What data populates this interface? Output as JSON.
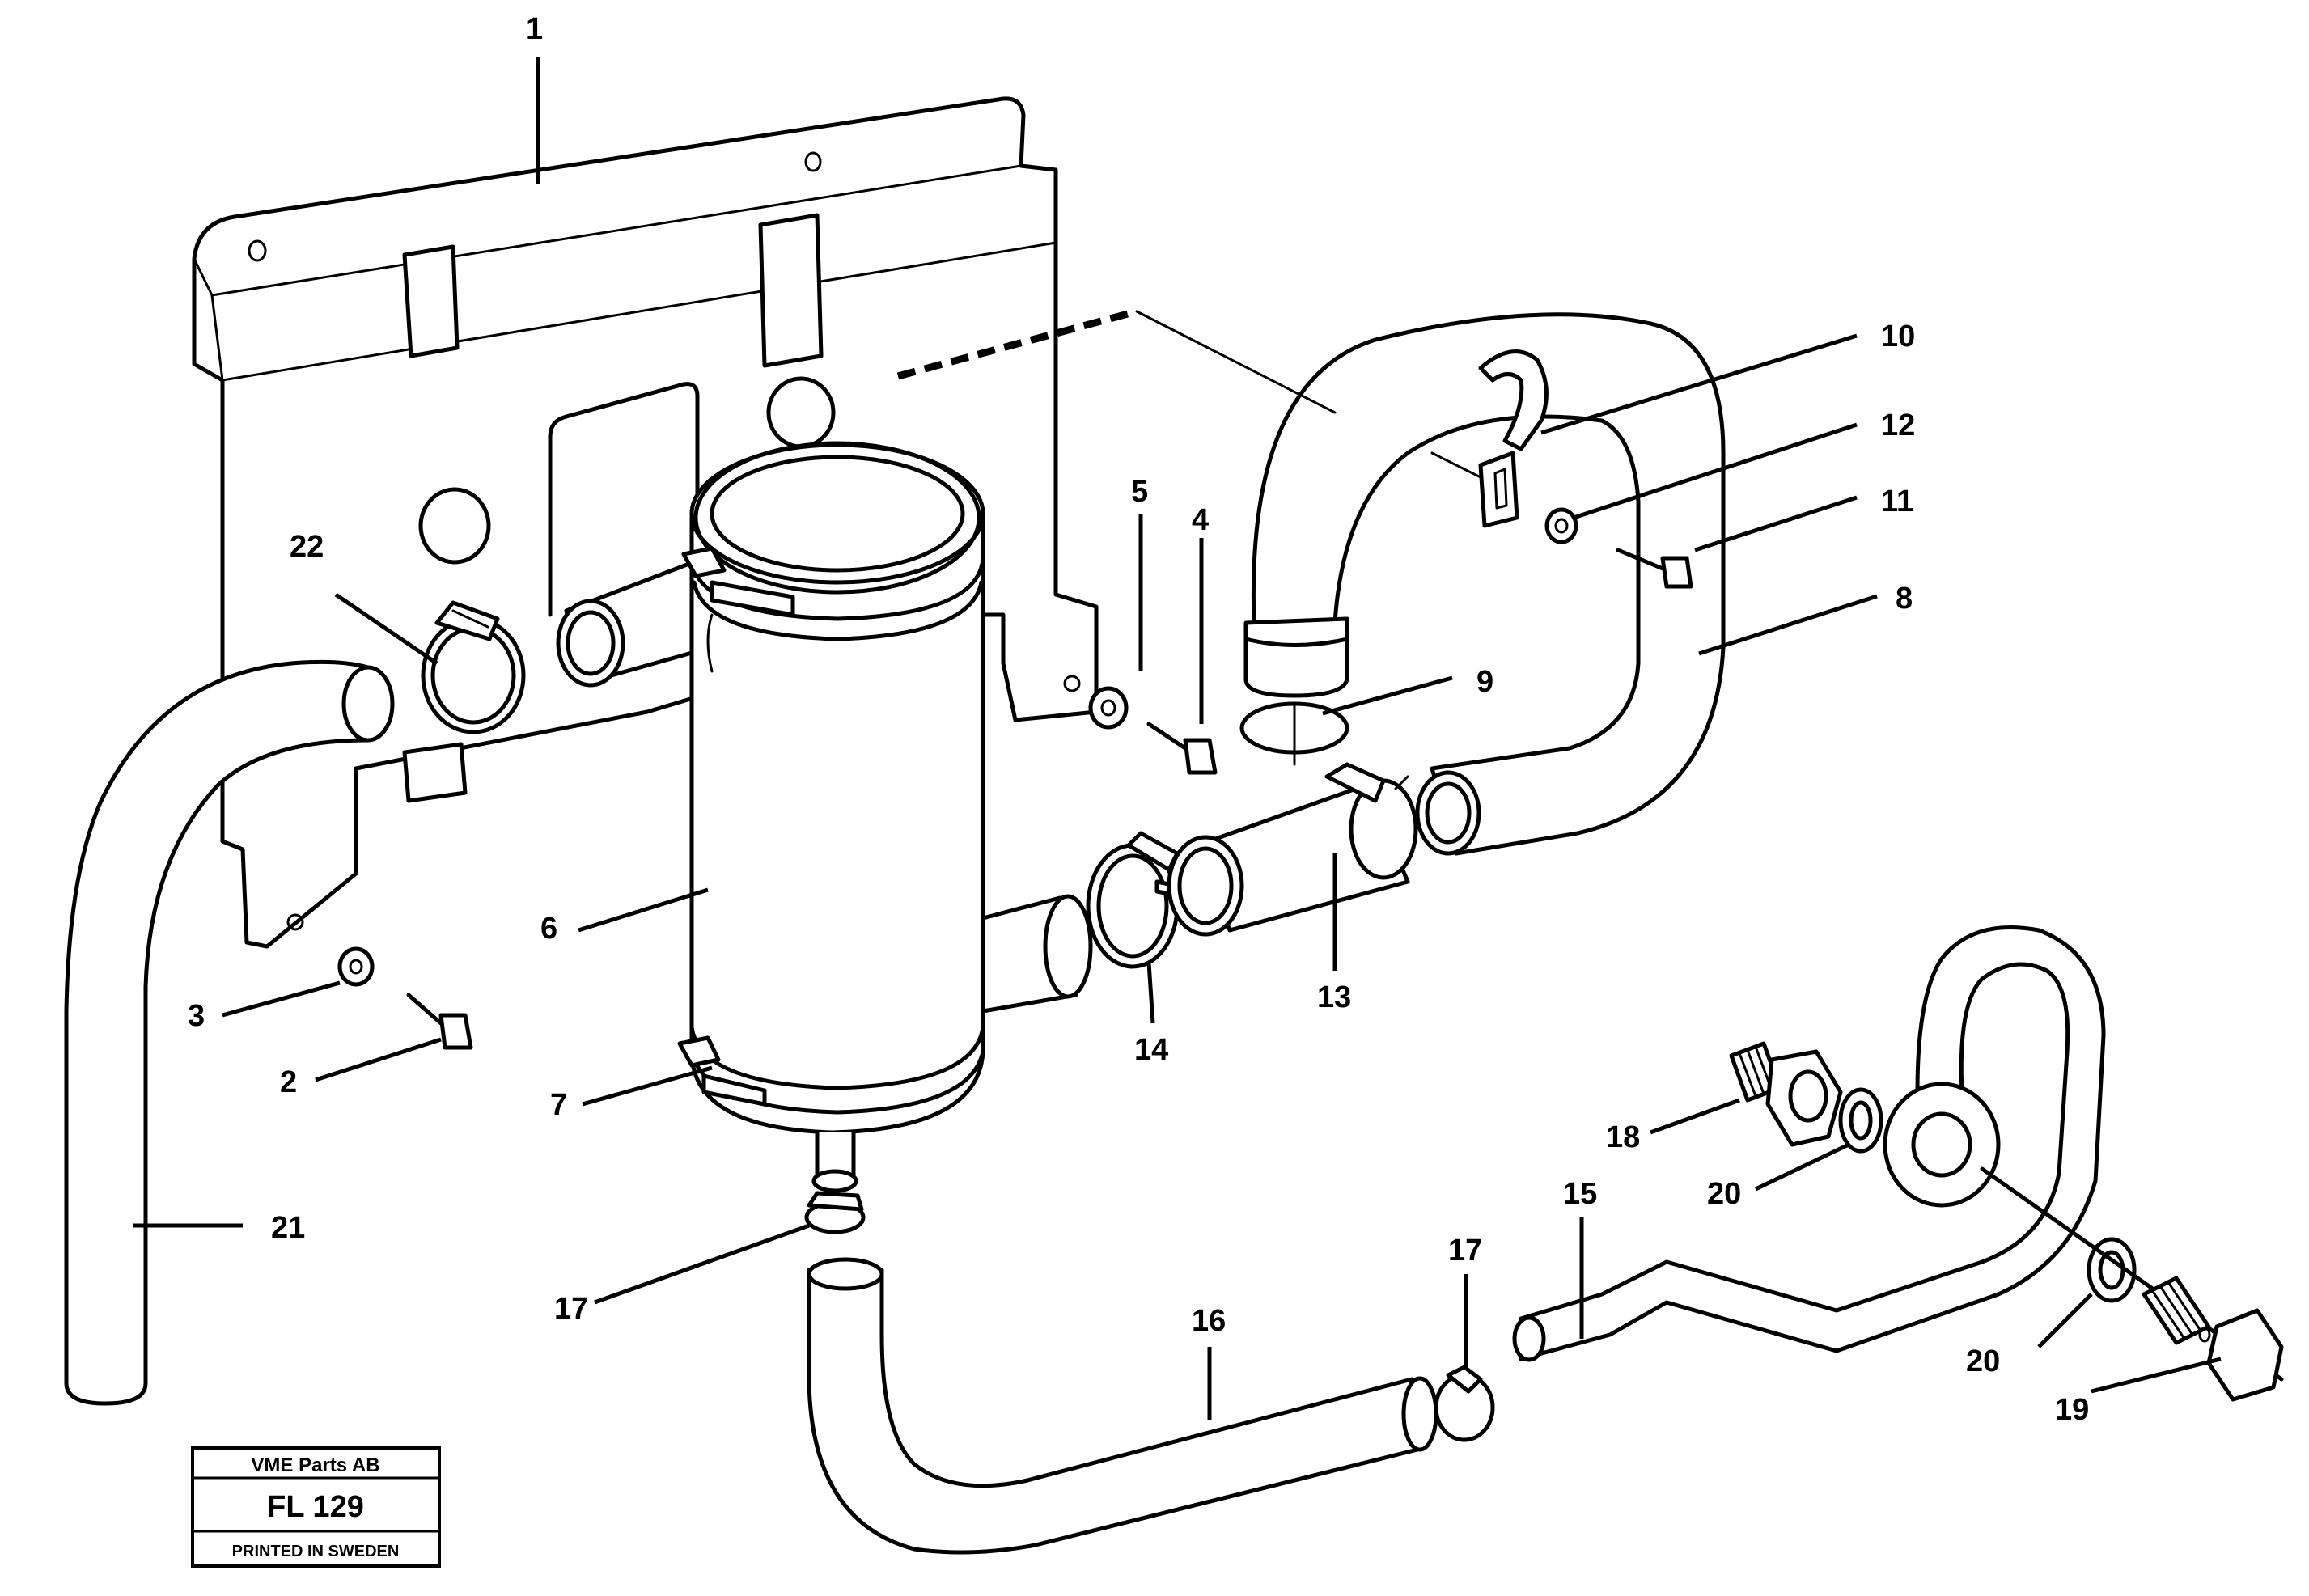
{
  "labels": {
    "l1": "1",
    "l2": "2",
    "l3": "3",
    "l4": "4",
    "l5": "5",
    "l6": "6",
    "l7": "7",
    "l8": "8",
    "l9": "9",
    "l10": "10",
    "l11": "11",
    "l12": "12",
    "l13": "13",
    "l14": "14",
    "l15": "15",
    "l16": "16",
    "l17a": "17",
    "l17b": "17",
    "l18": "18",
    "l19": "19",
    "l20a": "20",
    "l20b": "20",
    "l21": "21",
    "l22": "22"
  },
  "stamp": {
    "company": "VME Parts AB",
    "code": "FL 129",
    "origin": "PRINTED IN SWEDEN"
  }
}
